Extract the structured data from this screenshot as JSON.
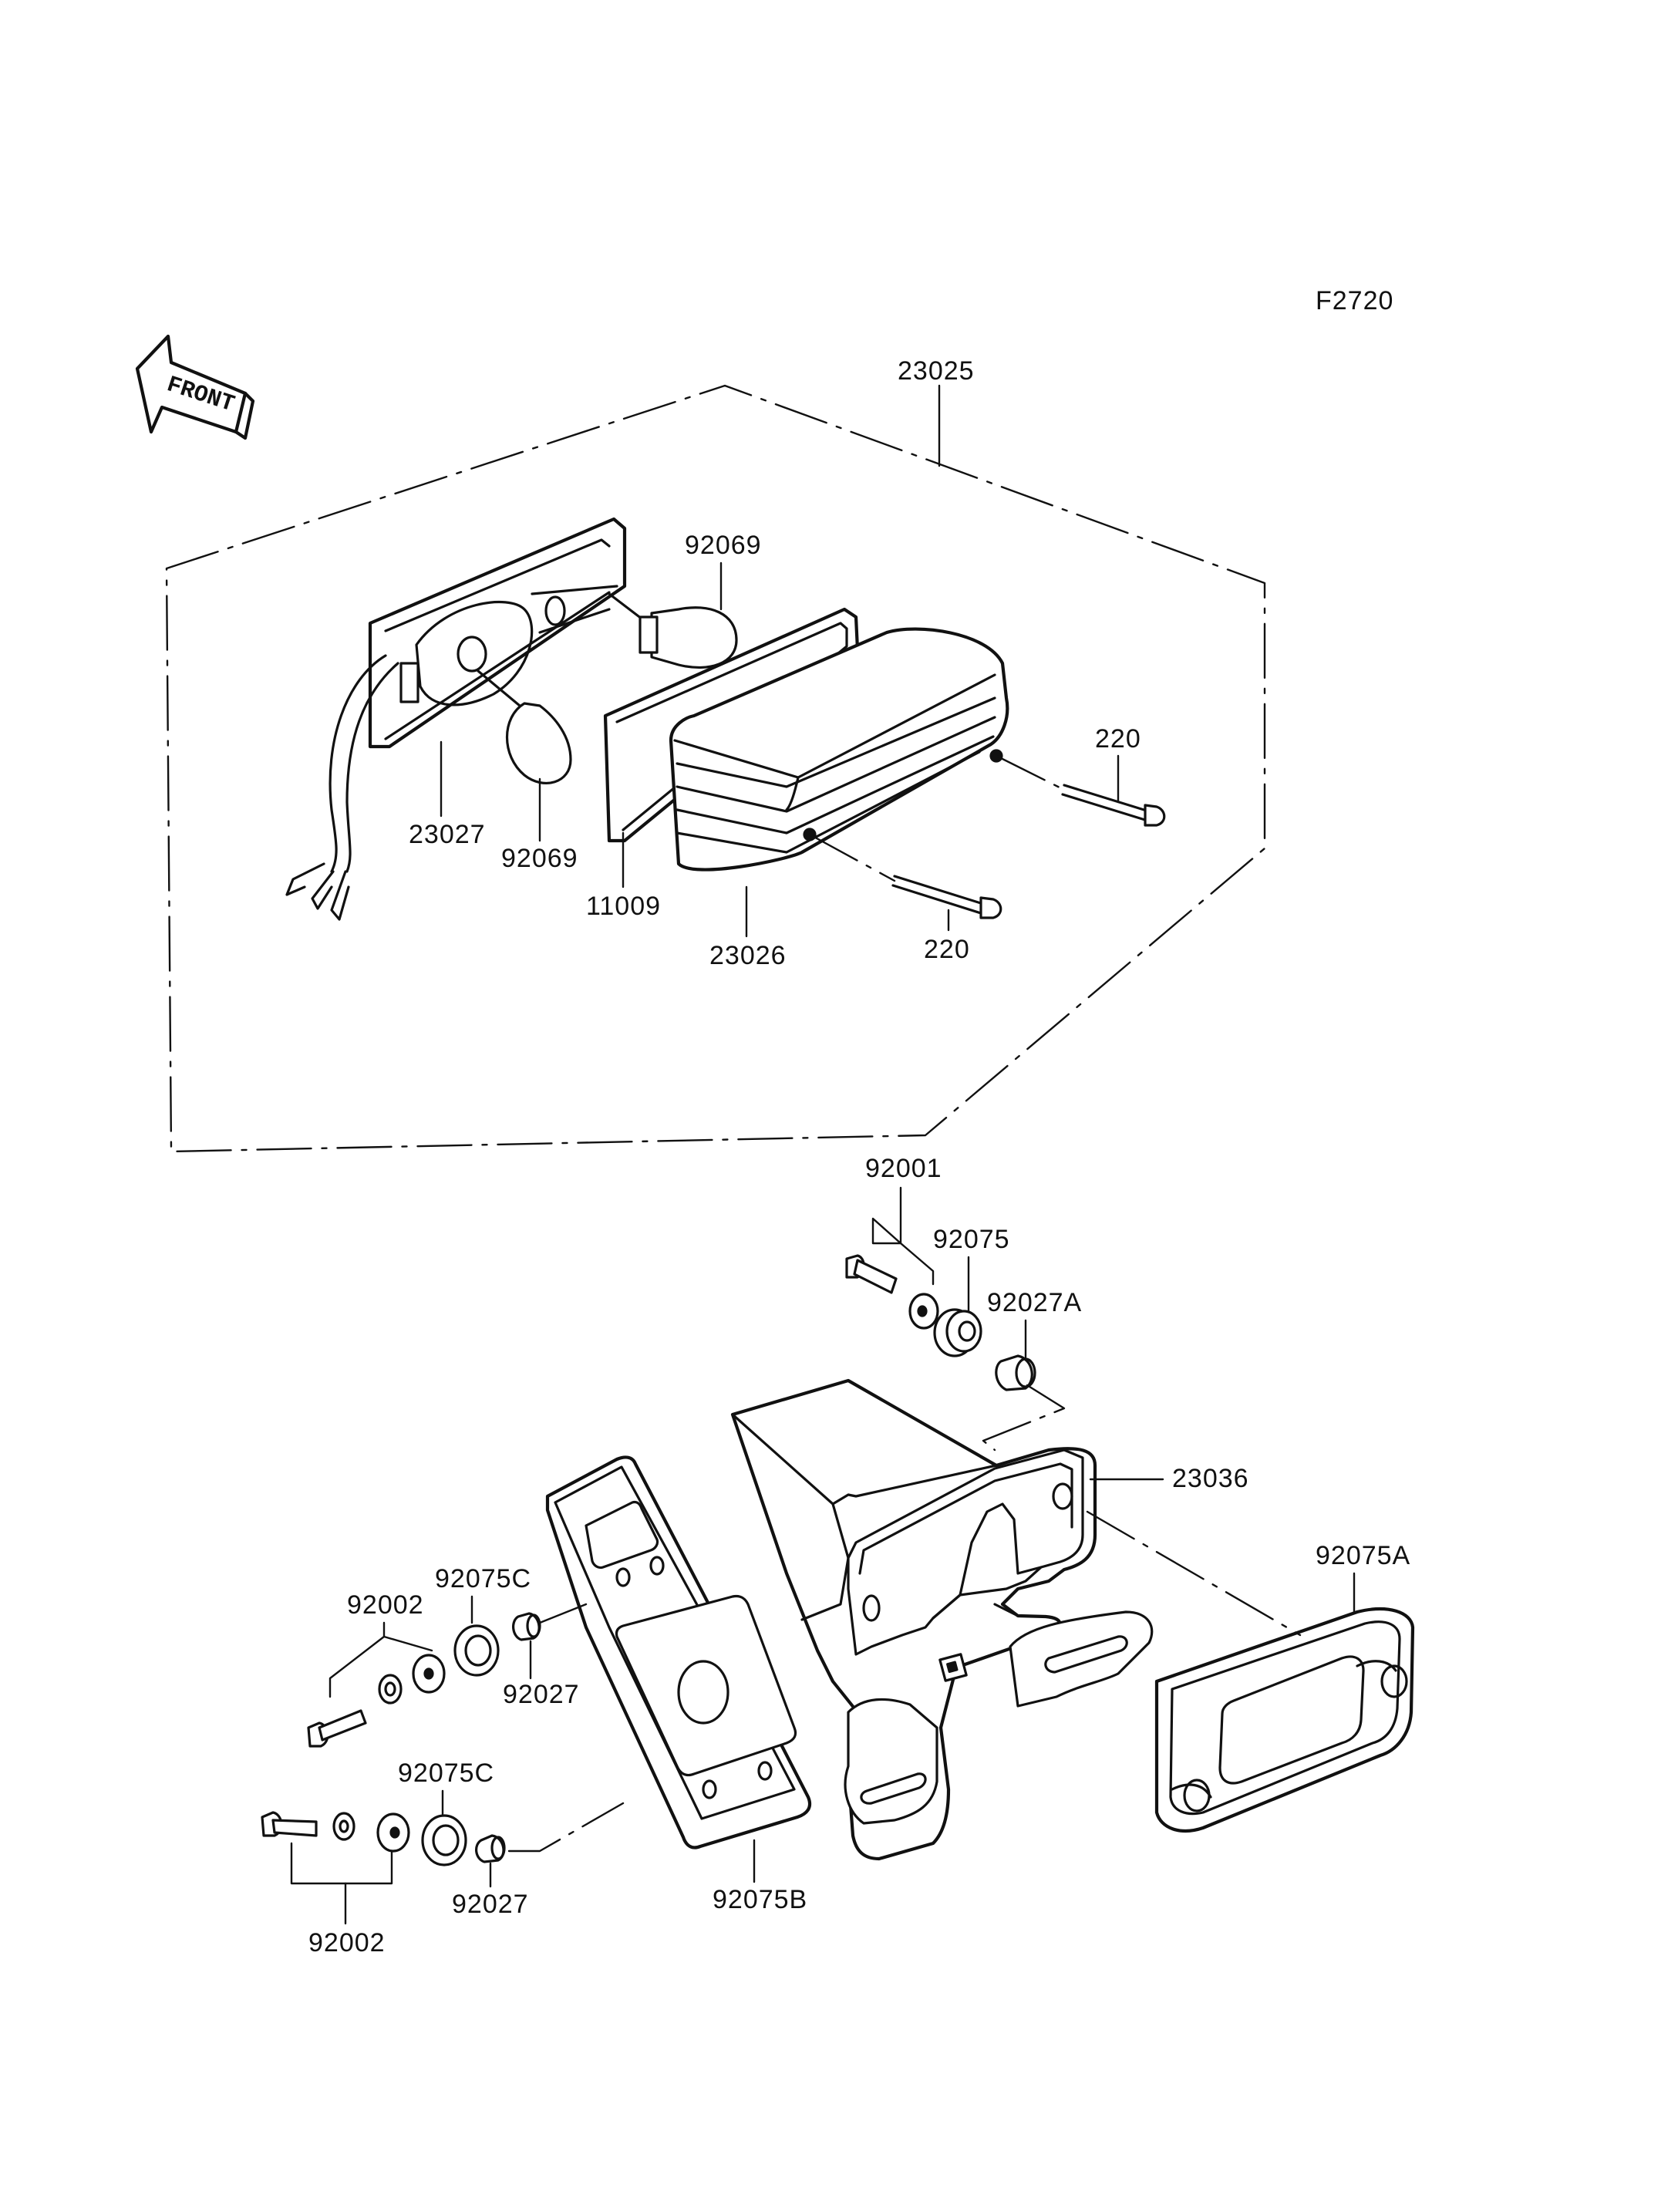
{
  "diagram_code": "F2720",
  "direction_label": "FRONT",
  "parts": [
    "23025",
    "92069",
    "92069",
    "220",
    "220",
    "23027",
    "11009",
    "23026",
    "92001",
    "92075",
    "92027A",
    "23036",
    "92075A",
    "92075C",
    "92002",
    "92027",
    "92075C",
    "92002",
    "92027",
    "92075B"
  ],
  "colors": {
    "ink": "#111111",
    "paper": "#ffffff"
  },
  "icons": [
    "front-arrow-icon"
  ]
}
